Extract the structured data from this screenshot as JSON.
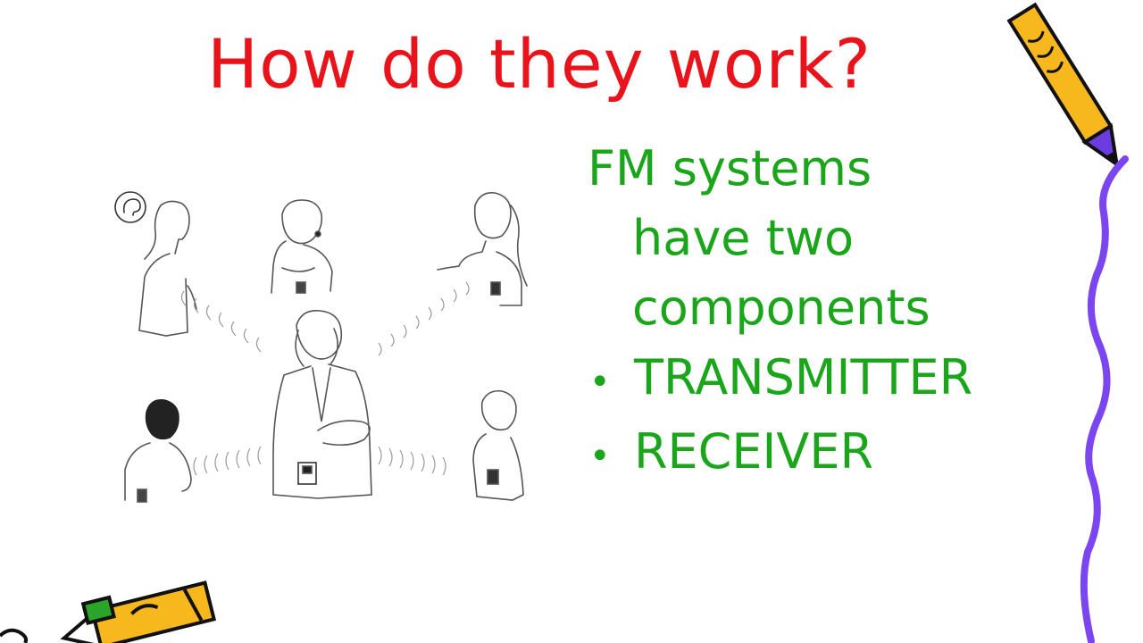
{
  "slide": {
    "title": "How do they work?",
    "body": {
      "lines": [
        "FM systems",
        "have two",
        "components"
      ],
      "bullets": [
        "TRANSMITTER",
        "RECEIVER"
      ],
      "bullet_glyph": "•"
    }
  },
  "colors": {
    "title": "#e8131b",
    "body": "#1aa51a",
    "squiggle": "#7b46f0",
    "pencil_yellow": "#f7b81e",
    "pencil_green": "#2aa52a",
    "pencil_purple": "#6b3de0"
  },
  "illustration": {
    "people": [
      "teacher-with-transmitter",
      "student-listener-1",
      "student-listener-2",
      "student-listener-3",
      "student-listener-4",
      "student-listener-5"
    ],
    "icon": "ear-icon"
  }
}
